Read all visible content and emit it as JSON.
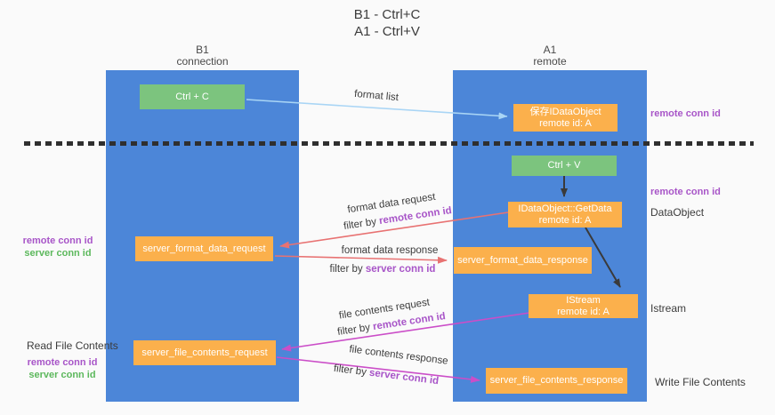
{
  "title": {
    "line1": "B1 - Ctrl+C",
    "line2": "A1 - Ctrl+V"
  },
  "lanes": {
    "left": {
      "name": "B1",
      "subtitle": "connection"
    },
    "right": {
      "name": "A1",
      "subtitle": "remote"
    }
  },
  "boxes": {
    "ctrl_c": {
      "label": "Ctrl + C"
    },
    "ctrl_v": {
      "label": "Ctrl + V"
    },
    "save_dataobject": {
      "line1": "保存IDataObject",
      "line2": "remote id: A"
    },
    "getdata": {
      "line1": "IDataObject::GetData",
      "line2": "remote id: A"
    },
    "istream": {
      "line1": "IStream",
      "line2": "remote id: A"
    },
    "format_request": {
      "label": "server_format_data_request"
    },
    "format_response": {
      "label": "server_format_data_response"
    },
    "file_request": {
      "label": "server_file_contents_request"
    },
    "file_response": {
      "label": "server_file_contents_response"
    }
  },
  "arrow_labels": {
    "format_list": "format list",
    "format_data_request": "format data request",
    "format_data_response": "format data response",
    "file_contents_request": "file contents request",
    "file_contents_response": "file contents response",
    "filter_by": "filter by",
    "remote_conn_id": "remote conn id",
    "server_conn_id": "server conn id"
  },
  "side_labels": {
    "remote_conn_id": "remote conn id",
    "server_conn_id": "server conn id",
    "dataobject": "DataObject",
    "istream": "Istream",
    "read_file_contents": "Read File Contents",
    "write_file_contents": "Write File Contents"
  },
  "colors": {
    "lane_blue": "#4c86d8",
    "box_orange": "#fbb04c",
    "box_green": "#7cc47e",
    "text_purple": "#a855c8",
    "text_green": "#5cb85c",
    "arrow_red": "#e87272",
    "arrow_magenta": "#cb4ec8",
    "arrow_light_blue": "#a9d5f5",
    "arrow_black": "#3a3a3a"
  }
}
